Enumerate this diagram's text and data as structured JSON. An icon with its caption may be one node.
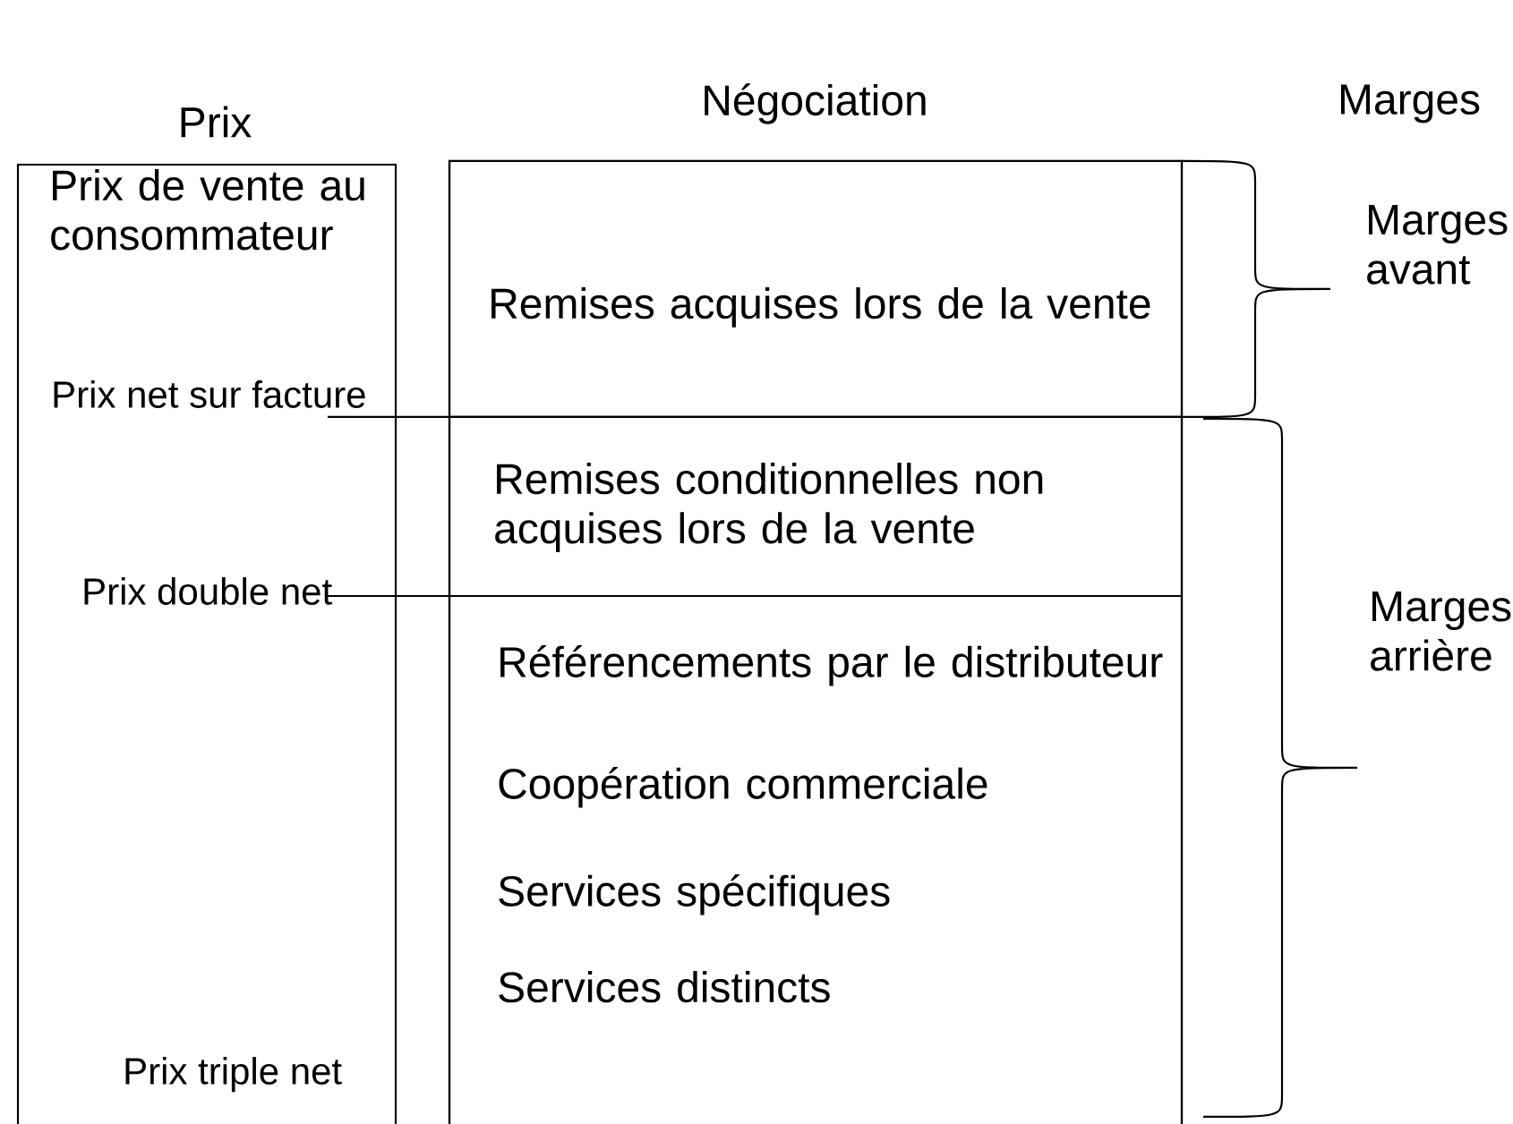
{
  "diagram": {
    "nodes": [
      {
        "text": [
          "Prix"
        ]
      },
      {
        "text": [
          "Négociation"
        ]
      },
      {
        "text": [
          "Remises acquises lors de la vente"
        ],
        "in": 1
      },
      {
        "text": [
          "Remises conditionnelles non acquises lors de la vente"
        ],
        "in": 1
      },
      {
        "text": [
          "Référencements par le distributeur",
          "Coopération commerciale",
          "Services spécifiques",
          "Services distincts"
        ],
        "in": 1
      }
    ],
    "labels": [
      "Marges",
      "Prix de vente au consommateur",
      "Prix net sur facture",
      "Prix double net",
      "Prix triple net",
      "Marges avant",
      "Marges arrière"
    ]
  }
}
